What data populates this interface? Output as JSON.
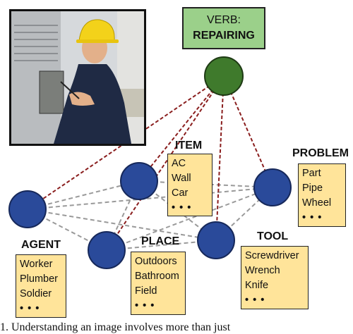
{
  "verb": {
    "label_line1": "VERB:",
    "label_line2": "REPAIRING"
  },
  "roles": {
    "item": {
      "label": "ITEM",
      "values": [
        "AC",
        "Wall",
        "Car"
      ],
      "more": "• • •"
    },
    "problem": {
      "label": "PROBLEM",
      "values": [
        "Part",
        "Pipe",
        "Wheel"
      ],
      "more": "• • •"
    },
    "agent": {
      "label": "AGENT",
      "values": [
        "Worker",
        "Plumber",
        "Soldier"
      ],
      "more": "• • •"
    },
    "place": {
      "label": "PLACE",
      "values": [
        "Outdoors",
        "Bathroom",
        "Field"
      ],
      "more": "• • •"
    },
    "tool": {
      "label": "TOOL",
      "values": [
        "Screwdriver",
        "Wrench",
        "Knife"
      ],
      "more": "• • •"
    }
  },
  "colors": {
    "verb_node": "#3f7a2c",
    "role_node": "#2a4a9a",
    "verb_box": "#9bd08a",
    "value_box": "#ffe49a",
    "verb_edge": "#8a1e1e",
    "role_edge": "#9a9a9a"
  },
  "caption": "1. Understanding an image involves more than just"
}
